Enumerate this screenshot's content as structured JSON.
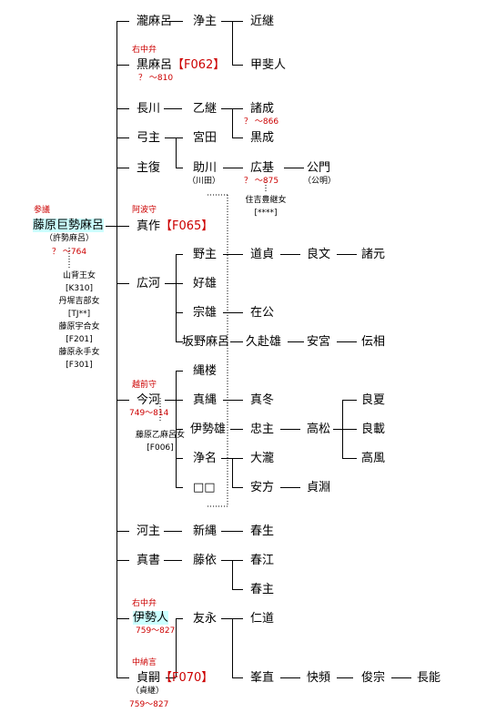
{
  "colors": {
    "highlight": "#ccffff",
    "accent": "#cc0000"
  },
  "root": {
    "title": "参議",
    "name": "藤原巨勢麻呂",
    "alias": "（許勢麻呂）",
    "dates": "？ ～764",
    "wives": [
      "山背王女",
      "[K310]",
      "丹墀吉部女",
      "[TJ**]",
      "藤原宇合女",
      "[F201]",
      "藤原永手女",
      "[F301]"
    ]
  },
  "people": {
    "takimaro": "瀧麻呂",
    "joshu": "浄主",
    "chikatsugu": "近継",
    "kaijin": "甲斐人",
    "kuromaro_title": "右中弁",
    "kuromaro": "黒麻呂",
    "kuromaro_code": "【F062】",
    "kuromaro_dates": "？ ～810",
    "nagakawa": "長川",
    "ototsugu": "乙継",
    "moronari": "諸成",
    "moronari_dates": "？ ～866",
    "yumiko": "弓主",
    "miyata": "宮田",
    "kuronari": "黒成",
    "shufuku": "主復",
    "sukekawa": "助川",
    "sukekawa_alias": "（川田）",
    "hiromoto": "広基",
    "hiromoto_dates": "？ ～875",
    "kimikado": "公門",
    "kimikado_alias": "（公明）",
    "hiromoto_wife": "住吉豊継女",
    "hiromoto_wife_code": "[****]",
    "masaka_title": "阿波守",
    "masaka": "真作",
    "masaka_code": "【F065】",
    "hirokawa": "広河",
    "nonushi": "野主",
    "michisada": "道貞",
    "yoshifumi": "良文",
    "moromoto": "諸元",
    "yoshio": "好雄",
    "muneo": "宗雄",
    "arikimi": "在公",
    "sakanomaro": "坂野麻呂",
    "kuzuo": "久赴雄",
    "yasumiya": "安宮",
    "densou": "伝相",
    "imakawa_title": "越前守",
    "imakawa": "今河",
    "imakawa_dates": "749～814",
    "imakawa_wife": "藤原乙麻呂女",
    "imakawa_wife_code": "[F006]",
    "nawatada": "縄楼",
    "manawa": "真縄",
    "mafuyu": "真冬",
    "yoshinatsu": "良夏",
    "iseo": "伊勢雄",
    "tadanushi": "忠主",
    "takamatsu": "高松",
    "yoshinori": "良載",
    "takakaze": "高風",
    "kiyona": "浄名",
    "ookawa": "大瀧",
    "unknown": "□□",
    "yasukata": "安方",
    "sadabuchi": "貞淵",
    "kawanushi": "河主",
    "niinawa": "新縄",
    "haruo": "春生",
    "masho": "真書",
    "fujiyori": "藤依",
    "harue": "春江",
    "harunushi": "春主",
    "isejin_title": "右中弁",
    "isejin": "伊勢人",
    "isejin_dates": "759～827",
    "tomonaga": "友永",
    "nimichi": "仁道",
    "minenao": "峯直",
    "kaihin": "快頻",
    "shunso": "俊宗",
    "nagayoshi": "長能",
    "sadatsugu_title": "中納言",
    "sadatsugu": "貞嗣",
    "sadatsugu_code": "【F070】",
    "sadatsugu_alias": "（貞継）",
    "sadatsugu_dates": "759～827"
  }
}
